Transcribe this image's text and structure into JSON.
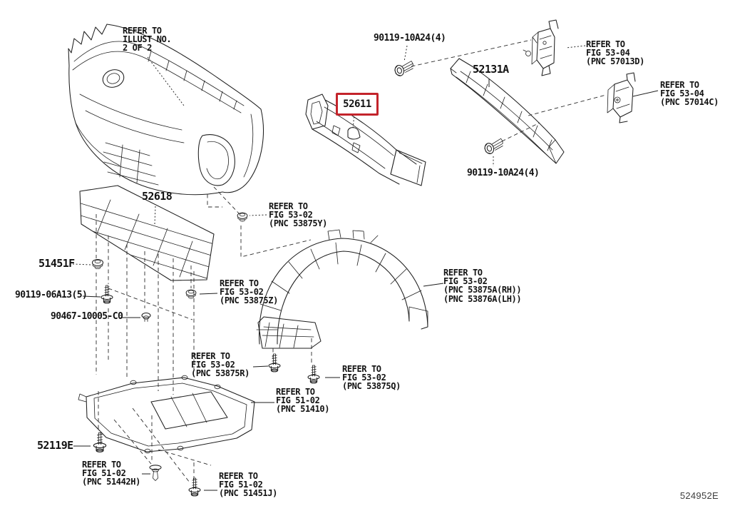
{
  "diagram": {
    "figure_code": "524952E",
    "highlight_color": "#c3242b",
    "parts": {
      "illust_note": "REFER TO\nILLUST NO.\n2 OF 2",
      "bolt_top": "90119-10A24(4)",
      "reinf_upper": "52131A",
      "bracket_rh_note": "REFER TO\nFIG 53-04\n(PNC 57013D)",
      "bracket_lh_note": "REFER TO\nFIG 53-04\n(PNC 57014C)",
      "reinf_main": "52611",
      "bolt_mid": "90119-10A24(4)",
      "cover_lower": "52618",
      "seal_y_note": "REFER TO\nFIG 53-02\n(PNC 53875Y)",
      "grommet": "51451F",
      "screw_set": "90119-06A13(5)",
      "clip": "90467-10005-C0",
      "seal_z_note": "REFER TO\nFIG 53-02\n(PNC 53875Z)",
      "liner_note": "REFER TO\nFIG 53-02\n(PNC 53875A(RH))\n(PNC 53876A(LH))",
      "seal_r_note": "REFER TO\nFIG 53-02\n(PNC 53875R)",
      "seal_q_note": "REFER TO\nFIG 53-02\n(PNC 53875Q)",
      "engine_cover_note": "REFER TO\nFIG 51-02\n(PNC 51410)",
      "bolt_lower": "52119E",
      "clip_lower_note": "REFER TO\nFIG 51-02\n(PNC 51442H)",
      "screw_lower_note": "REFER TO\nFIG 51-02\n(PNC 51451J)"
    }
  }
}
